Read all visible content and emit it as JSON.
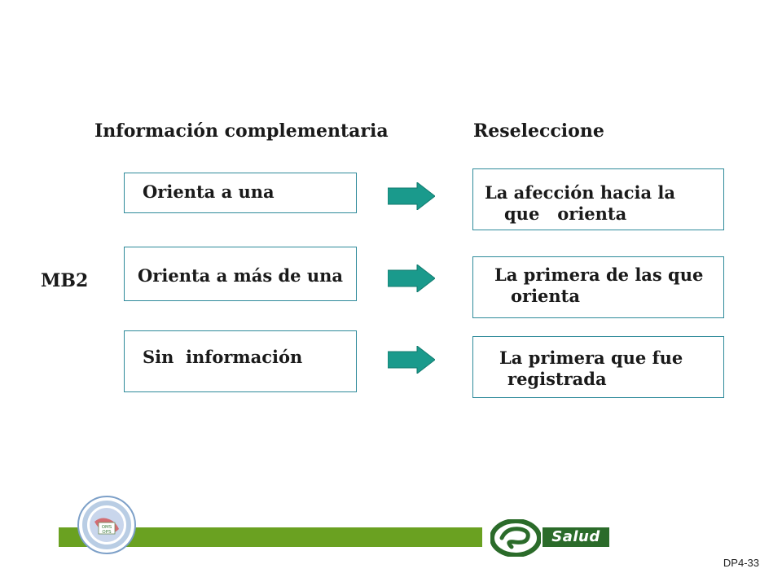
{
  "headings": {
    "left": "Información complementaria",
    "right": "Reseleccione"
  },
  "side_label": "MB2",
  "rows": [
    {
      "info": "Orienta a una",
      "reselect_line1": "La afección hacia la",
      "reselect_line2": "que   orienta"
    },
    {
      "info": "Orienta a más de una",
      "reselect_line1": "La primera de las que",
      "reselect_line2": "orienta"
    },
    {
      "info": "Sin  información",
      "reselect_line1": "La primera que fue",
      "reselect_line2": "registrada"
    }
  ],
  "footer": {
    "logo_text": "Salud",
    "emblem_text_line1": "OMS",
    "emblem_text_line2": "OPS",
    "page_code": "DP4-33"
  },
  "colors": {
    "arrow": "#1a9a8c",
    "arrow_dark": "#117a6e",
    "box_border": "#2e8a9a",
    "footer_bar": "#6aa121",
    "salud_green": "#2b6b2a"
  }
}
